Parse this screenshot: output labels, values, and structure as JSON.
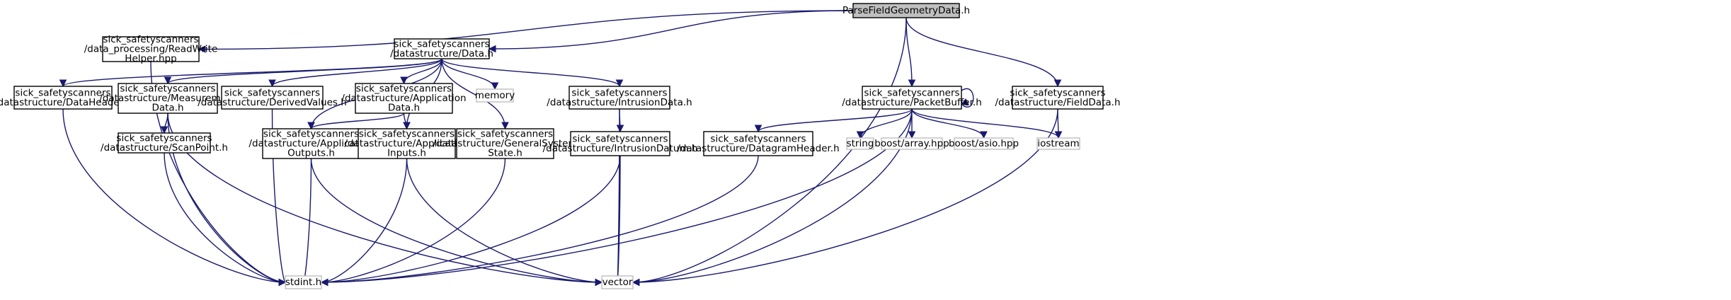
{
  "graph": {
    "root": "ParseFieldGeometryData.h",
    "nodes": [
      {
        "id": "root",
        "lines": [
          "ParseFieldGeometryData.h"
        ],
        "kind": "root"
      },
      {
        "id": "rwhelper",
        "lines": [
          "sick_safetyscanners",
          "/data_processing/ReadWrite",
          "Helper.hpp"
        ],
        "kind": "internal"
      },
      {
        "id": "data",
        "lines": [
          "sick_safetyscanners",
          "/datastructure/Data.h"
        ],
        "kind": "internal"
      },
      {
        "id": "datahdr",
        "lines": [
          "sick_safetyscanners",
          "/datastructure/DataHeader.h"
        ],
        "kind": "internal"
      },
      {
        "id": "measdata",
        "lines": [
          "sick_safetyscanners",
          "/datastructure/Measurement",
          "Data.h"
        ],
        "kind": "internal"
      },
      {
        "id": "derived",
        "lines": [
          "sick_safetyscanners",
          "/datastructure/DerivedValues.h"
        ],
        "kind": "internal"
      },
      {
        "id": "appdata",
        "lines": [
          "sick_safetyscanners",
          "/datastructure/Application",
          "Data.h"
        ],
        "kind": "internal"
      },
      {
        "id": "memory",
        "lines": [
          "memory"
        ],
        "kind": "external"
      },
      {
        "id": "intrdata",
        "lines": [
          "sick_safetyscanners",
          "/datastructure/IntrusionData.h"
        ],
        "kind": "internal"
      },
      {
        "id": "scanpt",
        "lines": [
          "sick_safetyscanners",
          "/datastructure/ScanPoint.h"
        ],
        "kind": "internal"
      },
      {
        "id": "appout",
        "lines": [
          "sick_safetyscanners",
          "/datastructure/Application",
          "Outputs.h"
        ],
        "kind": "internal"
      },
      {
        "id": "appin",
        "lines": [
          "sick_safetyscanners",
          "/datastructure/Application",
          "Inputs.h"
        ],
        "kind": "internal"
      },
      {
        "id": "gensys",
        "lines": [
          "sick_safetyscanners",
          "/datastructure/GeneralSystem",
          "State.h"
        ],
        "kind": "internal"
      },
      {
        "id": "intrdatum",
        "lines": [
          "sick_safetyscanners",
          "/datastructure/IntrusionDatum.h"
        ],
        "kind": "internal"
      },
      {
        "id": "stdint",
        "lines": [
          "stdint.h"
        ],
        "kind": "external"
      },
      {
        "id": "vector",
        "lines": [
          "vector"
        ],
        "kind": "external"
      },
      {
        "id": "pktbuf",
        "lines": [
          "sick_safetyscanners",
          "/datastructure/PacketBuffer.h"
        ],
        "kind": "internal"
      },
      {
        "id": "fielddata",
        "lines": [
          "sick_safetyscanners",
          "/datastructure/FieldData.h"
        ],
        "kind": "internal"
      },
      {
        "id": "dgramhdr",
        "lines": [
          "sick_safetyscanners",
          "/datastructure/DatagramHeader.h"
        ],
        "kind": "internal"
      },
      {
        "id": "string",
        "lines": [
          "string"
        ],
        "kind": "external"
      },
      {
        "id": "boostarr",
        "lines": [
          "boost/array.hpp"
        ],
        "kind": "external"
      },
      {
        "id": "boostasio",
        "lines": [
          "boost/asio.hpp"
        ],
        "kind": "external"
      },
      {
        "id": "iostream",
        "lines": [
          "iostream"
        ],
        "kind": "external"
      }
    ],
    "edges": [
      [
        "root",
        "rwhelper"
      ],
      [
        "root",
        "data"
      ],
      [
        "root",
        "pktbuf"
      ],
      [
        "root",
        "fielddata"
      ],
      [
        "root",
        "vector"
      ],
      [
        "rwhelper",
        "stdint"
      ],
      [
        "data",
        "datahdr"
      ],
      [
        "data",
        "measdata"
      ],
      [
        "data",
        "derived"
      ],
      [
        "data",
        "appdata"
      ],
      [
        "data",
        "memory"
      ],
      [
        "data",
        "intrdata"
      ],
      [
        "data",
        "appout"
      ],
      [
        "data",
        "appin"
      ],
      [
        "data",
        "gensys"
      ],
      [
        "datahdr",
        "stdint"
      ],
      [
        "measdata",
        "scanpt"
      ],
      [
        "measdata",
        "stdint"
      ],
      [
        "measdata",
        "vector"
      ],
      [
        "derived",
        "stdint"
      ],
      [
        "appdata",
        "appout"
      ],
      [
        "appdata",
        "appin"
      ],
      [
        "intrdata",
        "intrdatum"
      ],
      [
        "intrdata",
        "vector"
      ],
      [
        "scanpt",
        "stdint"
      ],
      [
        "appout",
        "stdint"
      ],
      [
        "appout",
        "vector"
      ],
      [
        "appin",
        "stdint"
      ],
      [
        "appin",
        "vector"
      ],
      [
        "gensys",
        "stdint"
      ],
      [
        "intrdatum",
        "stdint"
      ],
      [
        "intrdatum",
        "vector"
      ],
      [
        "pktbuf",
        "pktbuf"
      ],
      [
        "pktbuf",
        "dgramhdr"
      ],
      [
        "pktbuf",
        "string"
      ],
      [
        "pktbuf",
        "boostarr"
      ],
      [
        "pktbuf",
        "boostasio"
      ],
      [
        "pktbuf",
        "iostream"
      ],
      [
        "pktbuf",
        "vector"
      ],
      [
        "pktbuf",
        "stdint"
      ],
      [
        "fielddata",
        "iostream"
      ],
      [
        "fielddata",
        "vector"
      ],
      [
        "dgramhdr",
        "stdint"
      ]
    ]
  },
  "colors": {
    "edge": "#191970",
    "root_fill": "#bfbfbf",
    "external_border": "#bfbfbf",
    "box_border": "#000000"
  }
}
